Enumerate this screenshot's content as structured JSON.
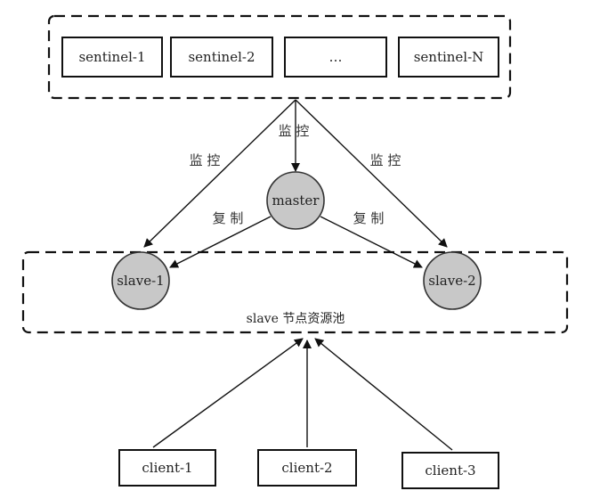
{
  "diagram": {
    "sentinels": [
      "sentinel-1",
      "sentinel-2",
      "…",
      "sentinel-N"
    ],
    "master": "master",
    "slaves": [
      "slave-1",
      "slave-2"
    ],
    "clients": [
      "client-1",
      "client-2",
      "client-3"
    ],
    "labels": {
      "monitor_left": "监 控",
      "monitor_center": "监 控",
      "monitor_right": "监 控",
      "replicate_left": "复 制",
      "replicate_right": "复 制",
      "slave_pool": "slave 节点资源池"
    }
  }
}
